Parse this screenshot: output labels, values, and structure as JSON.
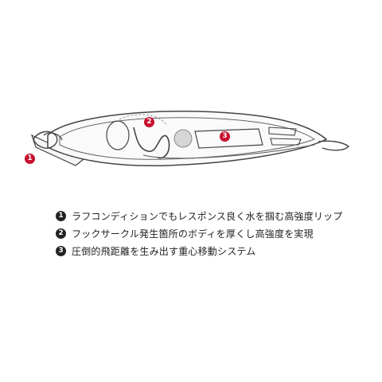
{
  "colors": {
    "marker": "#c8102e",
    "outline": "#555555",
    "text": "#222222"
  },
  "markers": [
    {
      "num": "1",
      "label": "lip-marker"
    },
    {
      "num": "2",
      "label": "hook-circle-marker"
    },
    {
      "num": "3",
      "label": "weight-system-marker"
    }
  ],
  "legend": [
    {
      "num": "1",
      "text": "ラフコンディションでもレスポンス良く水を掴む高強度リップ"
    },
    {
      "num": "2",
      "text": "フックサークル発生箇所のボディを厚くし高強度を実現"
    },
    {
      "num": "3",
      "text": "圧倒的飛距離を生み出す重心移動システム"
    }
  ]
}
